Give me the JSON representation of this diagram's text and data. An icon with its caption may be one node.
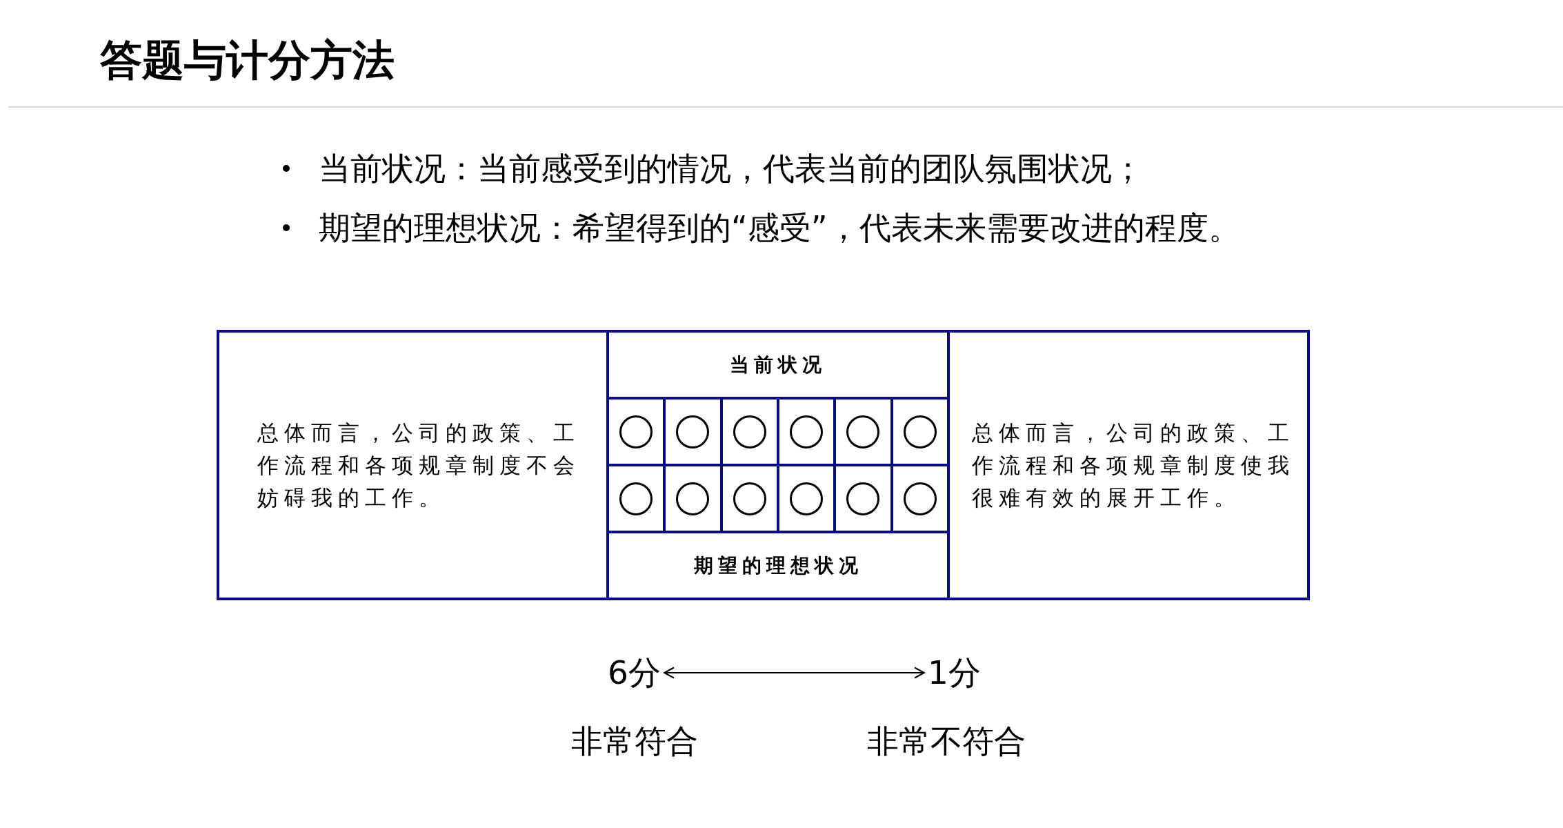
{
  "diagram": {
    "title": "答题与计分方法",
    "nodes": [
      {
        "text": [
          "6分"
        ],
        "beside": [
          "非常符合"
        ]
      },
      {
        "text": [
          "1分"
        ],
        "beside": [
          "非常不符合"
        ]
      }
    ],
    "edges": [
      {
        "from": 0,
        "to": 1,
        "arrow": "both"
      }
    ],
    "labels": [
      "当前状况：当前感受到的情况，代表当前的团队氛围状况；",
      "期望的理想状况：希望得到的“感受”，代表未来需要改进的程度。",
      "总体而言，公司的政策、工作流程和各项规章制度不会妨碍我的工作。",
      "当前状况",
      "总体而言，公司的政策、工作流程和各项规章制度使我很难有效的展开工作。",
      "期望的理想状况"
    ]
  }
}
